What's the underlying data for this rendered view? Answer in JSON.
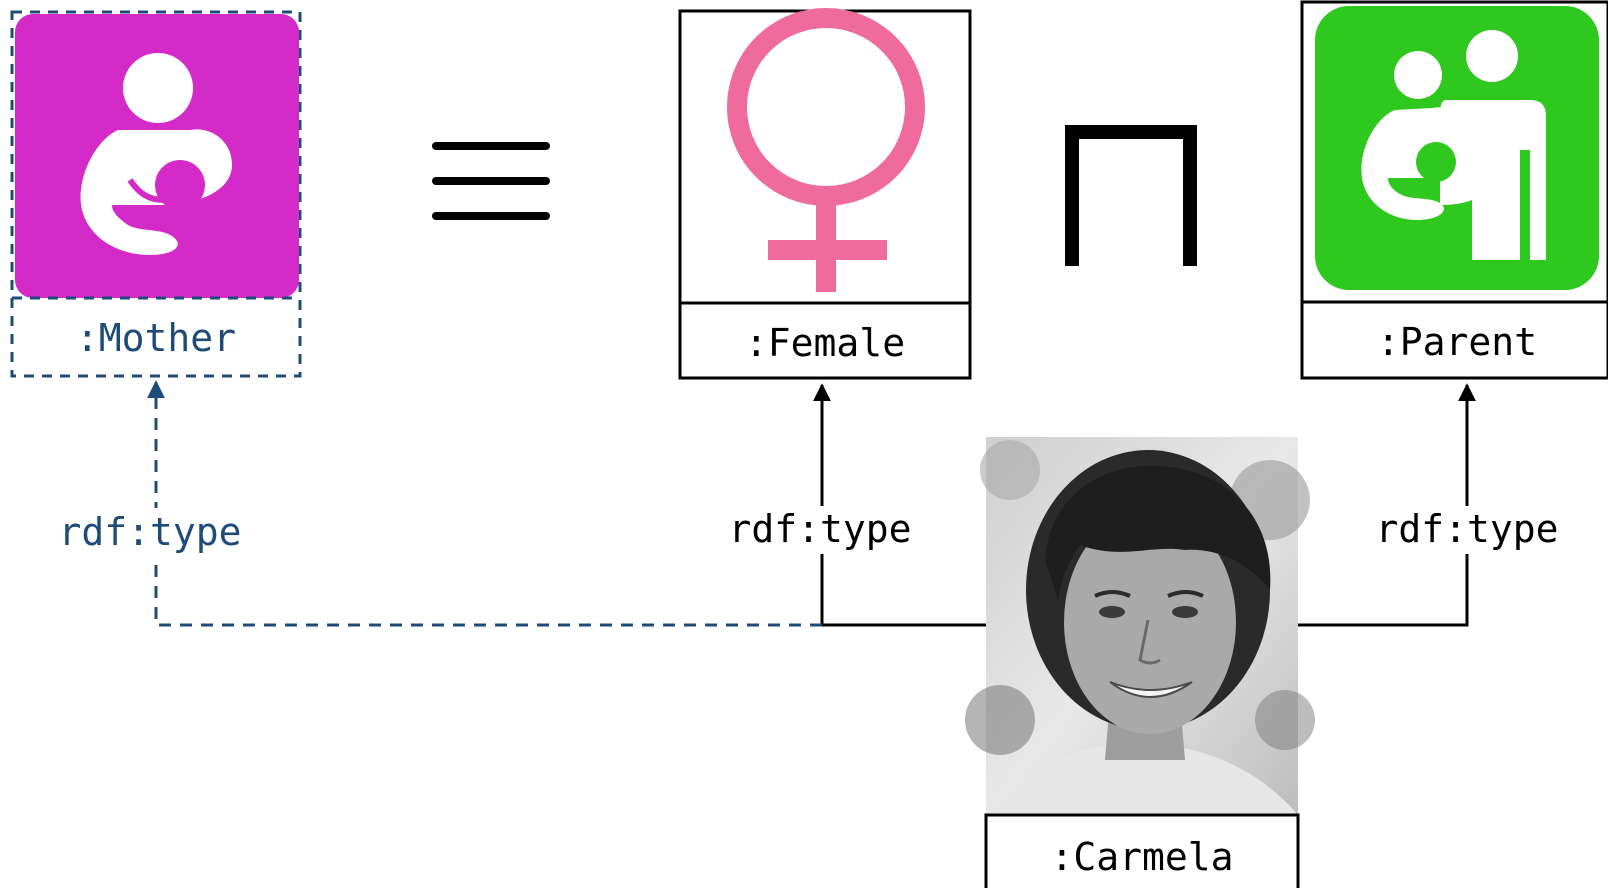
{
  "classes": {
    "mother": {
      "label": ":Mother",
      "icon": "breastfeeding-icon",
      "color": "#d42ac8",
      "inferred": true
    },
    "female": {
      "label": ":Female",
      "icon": "venus-female-symbol-icon",
      "color": "#ee6b9b"
    },
    "parent": {
      "label": ":Parent",
      "icon": "parent-with-child-icon",
      "color": "#2ec81f"
    }
  },
  "operators": {
    "equivalence": "≡",
    "intersection": "⊓"
  },
  "individual": {
    "label": ":Carmela",
    "photo": "portrait-photo"
  },
  "edges": [
    {
      "label": "rdf:type",
      "target": "mother",
      "style": "dashed",
      "color": "#1f4b7a"
    },
    {
      "label": "rdf:type",
      "target": "female",
      "style": "solid",
      "color": "#000000"
    },
    {
      "label": "rdf:type",
      "target": "parent",
      "style": "solid",
      "color": "#000000"
    }
  ]
}
